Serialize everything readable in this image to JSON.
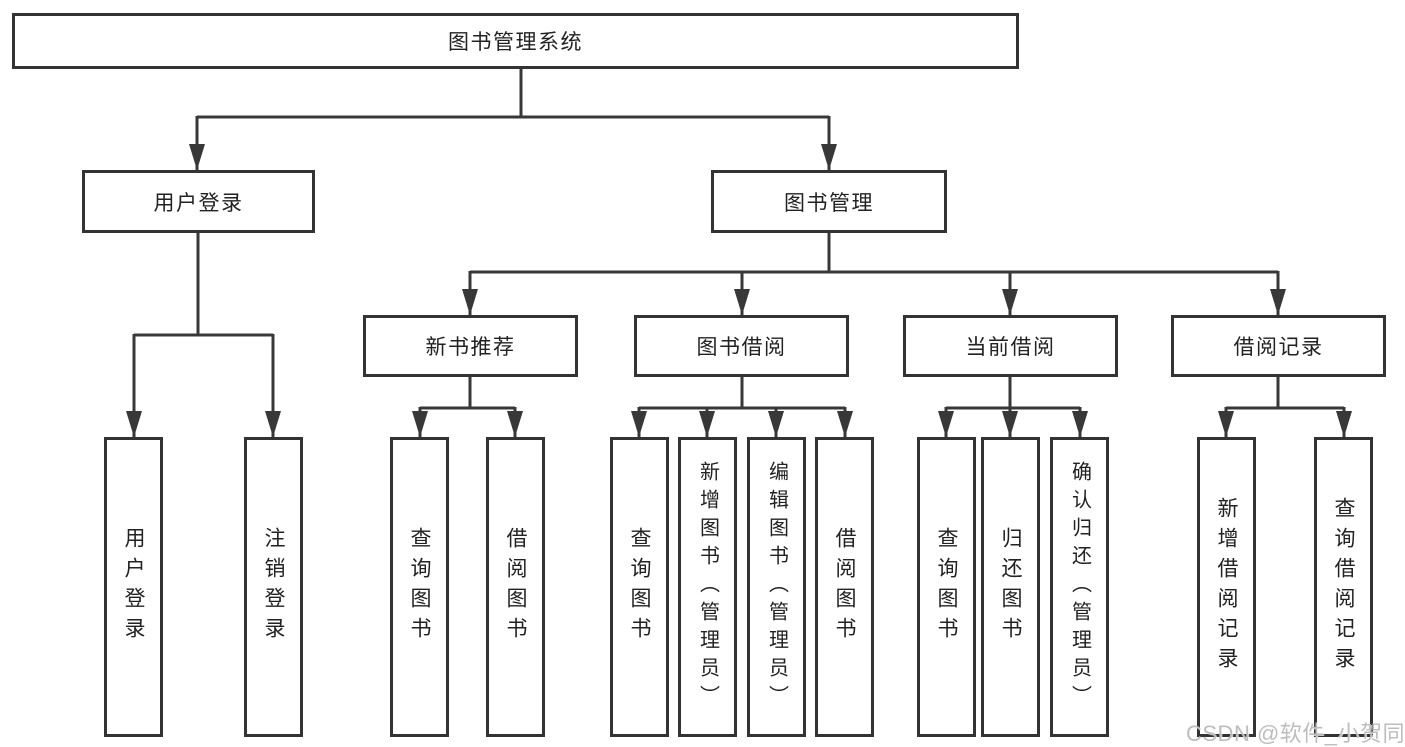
{
  "tree": {
    "root": {
      "label": "图书管理系统"
    },
    "user_login_branch": {
      "label": "用户登录",
      "children": [
        {
          "label": "用户登录"
        },
        {
          "label": "注销登录"
        }
      ]
    },
    "book_mgmt_branch": {
      "label": "图书管理",
      "groups": [
        {
          "label": "新书推荐",
          "children": [
            {
              "label": "查询图书"
            },
            {
              "label": "借阅图书"
            }
          ]
        },
        {
          "label": "图书借阅",
          "children": [
            {
              "label": "查询图书"
            },
            {
              "label": "新增图书（管理员）"
            },
            {
              "label": "编辑图书（管理员）"
            },
            {
              "label": "借阅图书"
            }
          ]
        },
        {
          "label": "当前借阅",
          "children": [
            {
              "label": "查询图书"
            },
            {
              "label": "归还图书"
            },
            {
              "label": "确认归还（管理员）"
            }
          ]
        },
        {
          "label": "借阅记录",
          "children": [
            {
              "label": "新增借阅记录"
            },
            {
              "label": "查询借阅记录"
            }
          ]
        }
      ]
    }
  },
  "watermark": {
    "text": "CSDN @软件_小贺同学"
  },
  "colors": {
    "line": "#383838",
    "box_border": "#333333",
    "text": "#222222",
    "watermark": "#bdbdbd",
    "background": "#ffffff"
  }
}
